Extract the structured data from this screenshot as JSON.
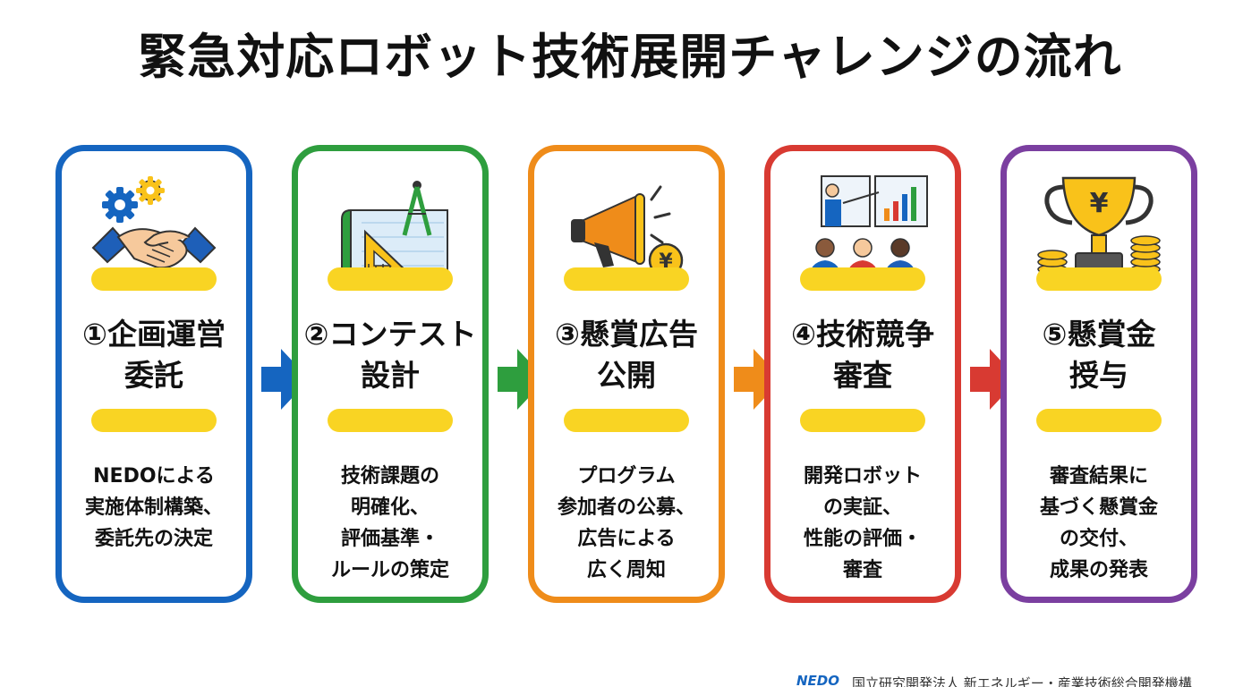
{
  "title": "緊急対応ロボット技術展開チャレンジの流れ",
  "colors": {
    "step1": "#1565c0",
    "step2": "#2e9e3e",
    "step3": "#ef8c1a",
    "step4": "#d83a32",
    "step5": "#7b3fa0",
    "highlight": "#f9d423"
  },
  "steps": [
    {
      "heading": [
        "①企画運営",
        "委託"
      ],
      "description": [
        "NEDOによる",
        "実施体制構築、",
        "委託先の決定"
      ],
      "icon": "handshake-gears-icon"
    },
    {
      "heading": [
        "②コンテスト",
        "設計"
      ],
      "description": [
        "技術課題の",
        "明確化、",
        "評価基準・",
        "ルールの策定"
      ],
      "icon": "blueprint-compass-icon"
    },
    {
      "heading": [
        "③懸賞広告",
        "公開"
      ],
      "description": [
        "プログラム",
        "参加者の公募、",
        "広告による",
        "広く周知"
      ],
      "icon": "megaphone-yen-icon"
    },
    {
      "heading": [
        "④技術競争",
        "審査"
      ],
      "description": [
        "開発ロボット",
        "の実証、",
        "性能の評価・",
        "審査"
      ],
      "icon": "presentation-audience-icon"
    },
    {
      "heading": [
        "⑤懸賞金",
        "授与"
      ],
      "description": [
        "審査結果に",
        "基づく懸賞金",
        "の交付、",
        "成果の発表"
      ],
      "icon": "trophy-coins-icon",
      "icon_text": "¥"
    }
  ],
  "footer": {
    "logo": "NEDO",
    "organization": "国立研究開発法人 新エネルギー・産業技術総合開発機構"
  }
}
